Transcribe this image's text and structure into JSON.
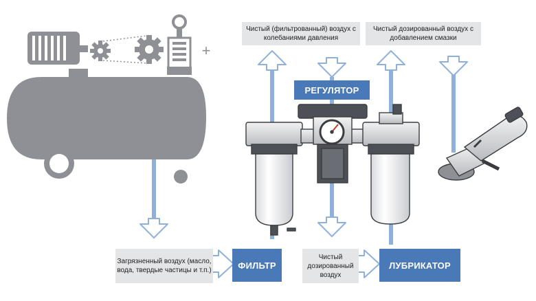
{
  "labels": {
    "clean_filtered_air": "Чистый (фильтрованный) воздух с колебаниями давления",
    "clean_dosed_lubricated_air": "Чистый дозированный воздух с добавлением смазки",
    "dirty_air": "Загрязненный воздух (масло, вода, твердые частицы и т.п.)",
    "clean_dosed_air": "Чистый дозированный воздух"
  },
  "stages": {
    "regulator": "РЕГУЛЯТОР",
    "filter": "ФИЛЬТР",
    "lubricator": "ЛУБРИКАТОР"
  },
  "compressor_plus": "+",
  "colors": {
    "flow_blue": "#4a79b8",
    "pipe_blue": "#8fb0d9",
    "equipment_gray": "#8e9095",
    "label_bg": "#e4e5e7"
  },
  "icons": [
    "gear-icon",
    "motor-icon",
    "pressure-gauge-icon",
    "angle-grinder-icon"
  ]
}
